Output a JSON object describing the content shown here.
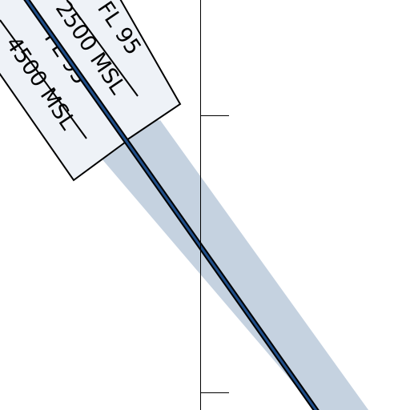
{
  "map": {
    "airway": {
      "line_color": "#1f4e89",
      "outline_color": "#000000",
      "buffer_color": "#c5d2e0"
    },
    "airspace_labels": [
      {
        "upper": "FL 95",
        "lower": "2500 MSL"
      },
      {
        "upper": "FL 95",
        "lower": "4500 MSL"
      }
    ],
    "label_box": {
      "fill": "#eef2f7",
      "border": "#000000"
    },
    "grid_line_color": "#000000"
  }
}
